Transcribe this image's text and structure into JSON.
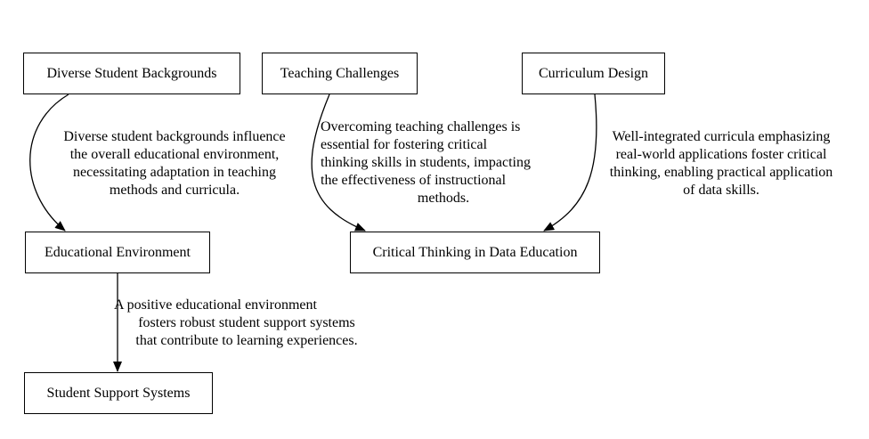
{
  "nodes": {
    "diverse": "Diverse Student Backgrounds",
    "teaching": "Teaching Challenges",
    "curriculum": "Curriculum Design",
    "environment": "Educational Environment",
    "critical": "Critical Thinking in Data Education",
    "support": "Student Support Systems"
  },
  "edges": {
    "diverse_env": [
      "Diverse student backgrounds influence",
      "the overall educational environment,",
      "necessitating adaptation in teaching",
      "methods and curricula."
    ],
    "teaching_critical": [
      "Overcoming teaching challenges is",
      "essential for fostering critical",
      "thinking skills in students, impacting",
      "the effectiveness of instructional",
      "methods."
    ],
    "curriculum_critical": [
      "Well-integrated curricula emphasizing",
      "real-world applications foster critical",
      "thinking, enabling practical application",
      "of data skills."
    ],
    "env_support": [
      "A positive educational environment",
      "fosters robust student support systems",
      "that contribute to learning experiences."
    ]
  }
}
